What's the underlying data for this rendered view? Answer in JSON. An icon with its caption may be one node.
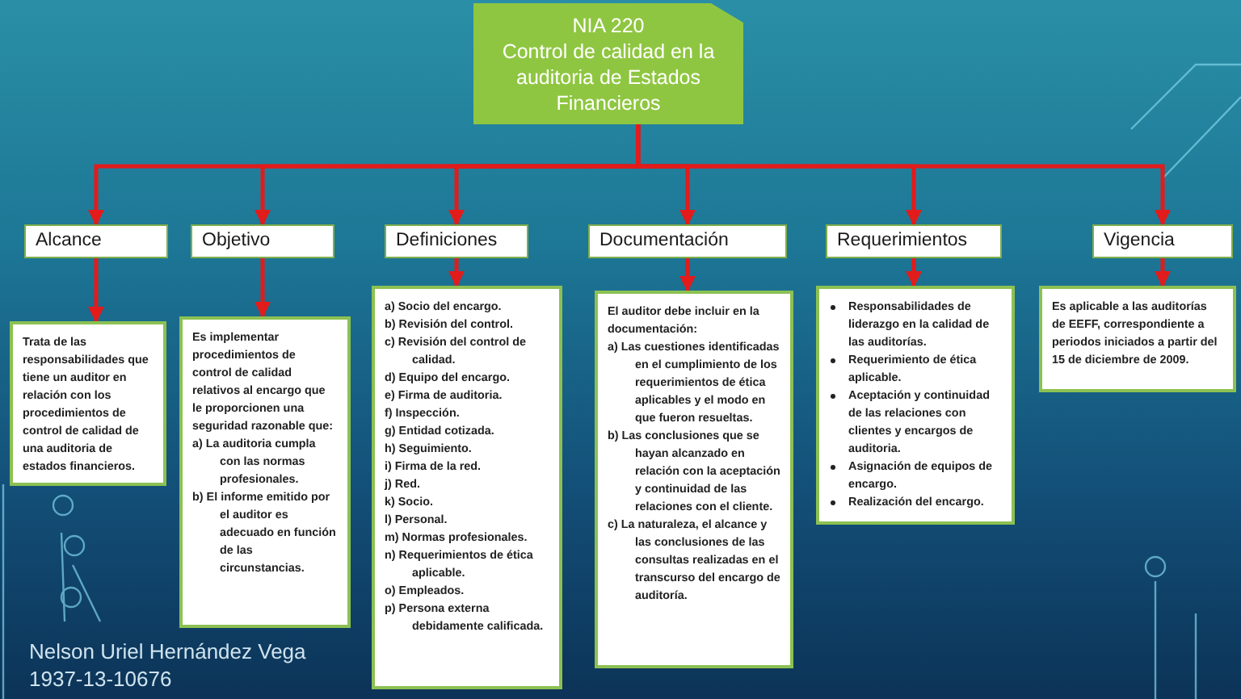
{
  "diagram": {
    "nodes": [
      {
        "text": [
          "NIA 220",
          "Control de calidad en la auditoria de Estados Financieros"
        ]
      },
      {
        "text": [
          "Alcance"
        ]
      },
      {
        "text": [
          "Objetivo"
        ]
      },
      {
        "text": [
          "Definiciones"
        ]
      },
      {
        "text": [
          "Documentación"
        ]
      },
      {
        "text": [
          "Requerimientos"
        ]
      },
      {
        "text": [
          "Vigencia"
        ]
      },
      {
        "text": [
          "Trata de las responsabilidades que tiene un auditor en relación con los procedimientos de control de calidad de una auditoria de estados financieros."
        ]
      },
      {
        "text": [
          "Es implementar procedimientos de control de calidad relativos al encargo que le proporcionen una seguridad razonable que:",
          "a) La auditoria cumpla con las normas profesionales.",
          "b) El informe emitido por el auditor es adecuado en función de las circunstancias."
        ]
      },
      {
        "text": [
          "a) Socio del encargo.",
          "b) Revisión del control.",
          "c) Revisión del control de calidad.",
          "d) Equipo del encargo.",
          "e) Firma de auditoria.",
          "f) Inspección.",
          "g) Entidad cotizada.",
          "h) Seguimiento.",
          "i) Firma de la red.",
          "j) Red.",
          "k) Socio.",
          "l) Personal.",
          "m) Normas profesionales.",
          "n) Requerimientos de ética aplicable.",
          "o) Empleados.",
          "p) Persona externa debidamente calificada."
        ]
      },
      {
        "text": [
          "El auditor debe incluir en la documentación:",
          "a) Las cuestiones identificadas en el cumplimiento de los requerimientos de ética aplicables y el modo en que fueron resueltas.",
          "b) Las conclusiones que se hayan alcanzado en relación con la aceptación y continuidad de las relaciones con el cliente.",
          "c) La naturaleza, el alcance y las conclusiones de las consultas realizadas en el transcurso del encargo de auditoría."
        ]
      },
      {
        "text": [
          "Responsabilidades de liderazgo en la calidad de las auditorías.",
          "Requerimiento de ética aplicable.",
          "Aceptación y continuidad de las relaciones con clientes y encargos de auditoria.",
          "Asignación de equipos de encargo.",
          "Realización del encargo."
        ]
      },
      {
        "text": [
          "Es aplicable a las auditorías de EEFF, correspondiente a periodos iniciados a partir del 15 de diciembre de 2009."
        ]
      }
    ],
    "edges": [
      {
        "from": 0,
        "to": 1,
        "arrow": "to"
      },
      {
        "from": 0,
        "to": 2,
        "arrow": "to"
      },
      {
        "from": 0,
        "to": 3,
        "arrow": "to"
      },
      {
        "from": 0,
        "to": 4,
        "arrow": "to"
      },
      {
        "from": 0,
        "to": 5,
        "arrow": "to"
      },
      {
        "from": 0,
        "to": 6,
        "arrow": "to"
      },
      {
        "from": 1,
        "to": 7,
        "arrow": "to"
      },
      {
        "from": 2,
        "to": 8,
        "arrow": "to"
      },
      {
        "from": 3,
        "to": 9,
        "arrow": "to"
      },
      {
        "from": 4,
        "to": 10,
        "arrow": "to"
      },
      {
        "from": 5,
        "to": 11,
        "arrow": "to"
      },
      {
        "from": 6,
        "to": 12,
        "arrow": "to"
      }
    ],
    "labels": [
      "Nelson Uriel Hernández Vega",
      "1937-13-10676"
    ]
  }
}
